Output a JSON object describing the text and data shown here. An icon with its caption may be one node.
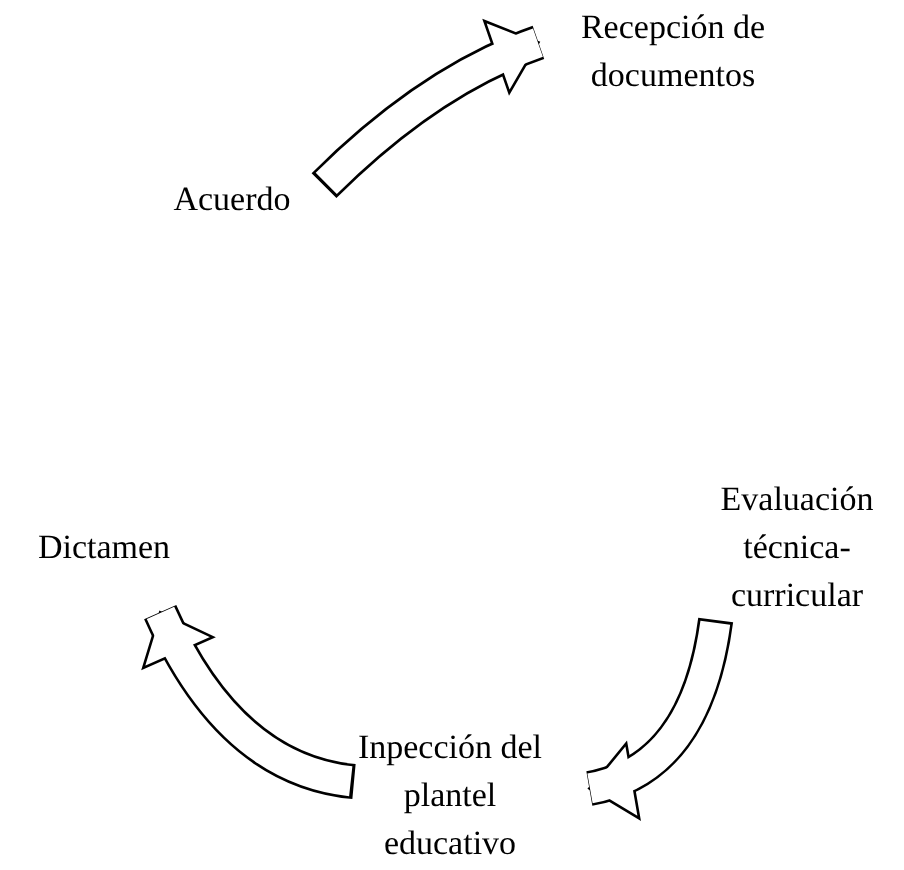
{
  "diagram": {
    "nodes": [
      {
        "text": [
          "Acuerdo"
        ]
      },
      {
        "text": [
          "Recepción de documentos"
        ]
      },
      {
        "text": [
          "Evaluación técnica-curricular"
        ]
      },
      {
        "text": [
          "Inpección del plantel educativo"
        ]
      },
      {
        "text": [
          "Dictamen"
        ]
      }
    ],
    "edges": [
      {
        "from": 0,
        "to": 1,
        "arrow": "to"
      },
      {
        "from": 2,
        "to": 3,
        "arrow": "to"
      },
      {
        "from": 3,
        "to": 4,
        "arrow": "to"
      }
    ]
  }
}
